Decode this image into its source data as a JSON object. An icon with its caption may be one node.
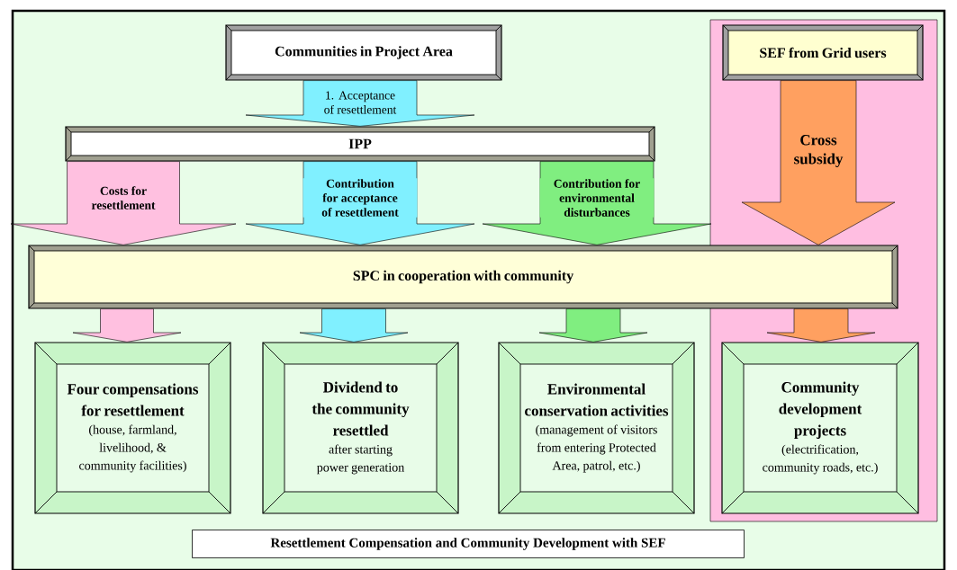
{
  "diagram": {
    "caption": "Resettlement Compensation and Community Development with SEF",
    "nodes": [
      {
        "text": [
          "Communities in Project Area"
        ]
      },
      {
        "text": [
          "SEF from Grid users"
        ]
      },
      {
        "text": [
          "IPP"
        ]
      },
      {
        "text": [
          "SPC in cooperation with community"
        ]
      },
      {
        "text": [
          "Four compensations for resettlement",
          "(house, farmland, livelihood, & community facilities)"
        ]
      },
      {
        "text": [
          "Dividend to the community resettled",
          "after starting power generation"
        ]
      },
      {
        "text": [
          "Environmental conservation activities",
          "(management of visitors from entering Protected Area, patrol, etc.)"
        ]
      },
      {
        "text": [
          "Community development projects",
          "(electrification, community roads, etc.)"
        ]
      }
    ],
    "edges": [
      {
        "from": 0,
        "to": 2,
        "arrow": "to",
        "label": "1. Acceptance of resettlement",
        "color": "#80f0ff"
      },
      {
        "from": 2,
        "to": 3,
        "arrow": "to",
        "label": "Costs for resettlement",
        "color": "#ffc0e0"
      },
      {
        "from": 2,
        "to": 3,
        "arrow": "to",
        "label": "Contribution for acceptance of resettlement",
        "color": "#80f0ff"
      },
      {
        "from": 2,
        "to": 3,
        "arrow": "to",
        "label": "Contribution for environmental disturbances",
        "color": "#80ee80"
      },
      {
        "from": 1,
        "to": 3,
        "arrow": "to",
        "label": "Cross subsidy",
        "color": "#ffa060"
      },
      {
        "from": 3,
        "to": 4,
        "arrow": "to",
        "color": "#ffc0e0"
      },
      {
        "from": 3,
        "to": 5,
        "arrow": "to",
        "color": "#80f0ff"
      },
      {
        "from": 3,
        "to": 6,
        "arrow": "to",
        "color": "#80ee80"
      },
      {
        "from": 3,
        "to": 7,
        "arrow": "to",
        "color": "#ffa060"
      }
    ]
  }
}
